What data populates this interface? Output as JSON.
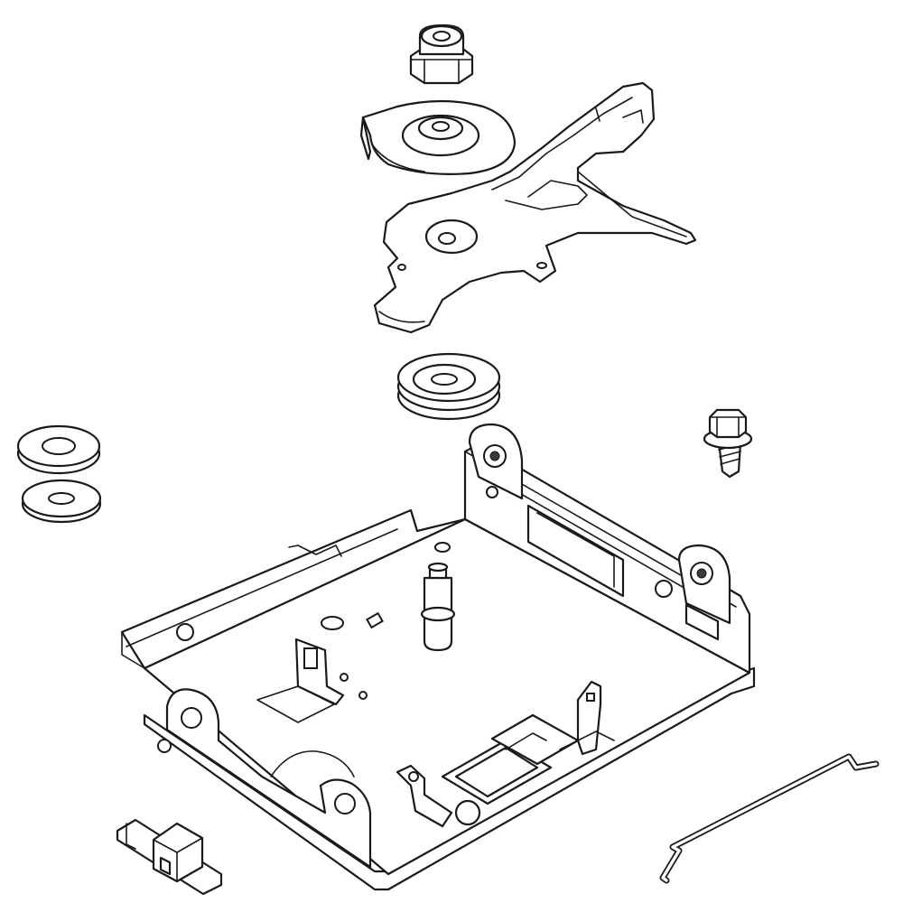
{
  "diagram": {
    "background": "#ffffff",
    "line_color": "#1a1a1a",
    "parts": [
      "lock-nut",
      "brake-cam",
      "actuator-arm",
      "pulley",
      "washer-large",
      "washer-small",
      "hex-bolt",
      "mounting-bracket",
      "clip",
      "actuator-rod"
    ]
  }
}
